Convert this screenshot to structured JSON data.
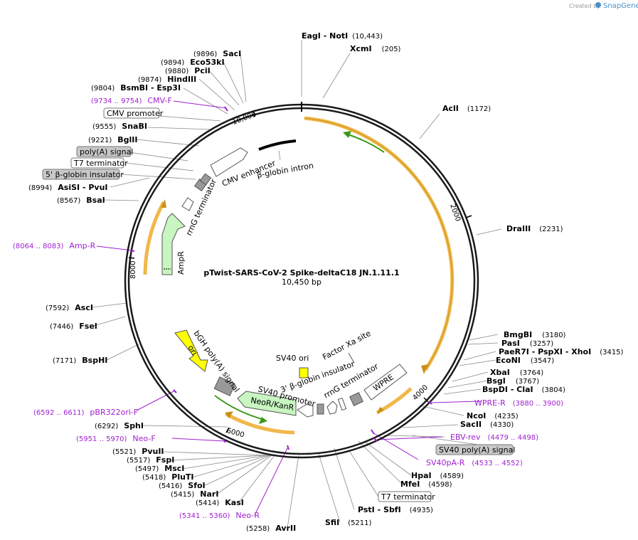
{
  "credit": {
    "prefix": "Created by",
    "brand": "SnapGene"
  },
  "plasmid": {
    "name": "pTwist-SARS-CoV-2 Spike-deltaC18 JN.1.11.1",
    "length": "10,450 bp"
  },
  "ticks": [
    "2000",
    "4000",
    "6000",
    "8000",
    "10,000"
  ],
  "enzymes": [
    {
      "name": "EagI",
      "name2": "NotI",
      "pos": "(10,443)"
    },
    {
      "name": "XcmI",
      "pos": "(205)"
    },
    {
      "name": "AclI",
      "pos": "(1172)"
    },
    {
      "name": "DraIII",
      "pos": "(2231)"
    },
    {
      "name": "BmgBI",
      "pos": "(3180)"
    },
    {
      "name": "PasI",
      "pos": "(3257)"
    },
    {
      "name": "PaeR7I",
      "name2": "PspXI",
      "name3": "XhoI",
      "pos": "(3415)"
    },
    {
      "name": "EcoNI",
      "pos": "(3547)"
    },
    {
      "name": "XbaI",
      "pos": "(3764)"
    },
    {
      "name": "BsgI",
      "pos": "(3767)"
    },
    {
      "name": "BspDI",
      "name2": "ClaI",
      "pos": "(3804)"
    },
    {
      "name": "NcoI",
      "pos": "(4235)"
    },
    {
      "name": "SacII",
      "pos": "(4330)"
    },
    {
      "name": "HpaI",
      "pos": "(4589)"
    },
    {
      "name": "MfeI",
      "pos": "(4598)"
    },
    {
      "name": "PstI",
      "name2": "SbfI",
      "pos": "(4935)"
    },
    {
      "name": "SfiI",
      "pos": "(5211)"
    },
    {
      "name": "AvrII",
      "pos": "(5258)"
    },
    {
      "name": "KasI",
      "pos": "(5414)"
    },
    {
      "name": "NarI",
      "pos": "(5415)"
    },
    {
      "name": "SfoI",
      "pos": "(5416)"
    },
    {
      "name": "PluTI",
      "pos": "(5418)"
    },
    {
      "name": "MscI",
      "pos": "(5497)"
    },
    {
      "name": "FspI",
      "pos": "(5517)"
    },
    {
      "name": "PvuII",
      "pos": "(5521)"
    },
    {
      "name": "SphI",
      "pos": "(6292)"
    },
    {
      "name": "BspHI",
      "pos": "(7171)"
    },
    {
      "name": "FseI",
      "pos": "(7446)"
    },
    {
      "name": "AscI",
      "pos": "(7592)"
    },
    {
      "name": "BsaI",
      "pos": "(8567)"
    },
    {
      "name": "AsiSI",
      "name2": "PvuI",
      "pos": "(8994)"
    },
    {
      "name": "BglII",
      "pos": "(9221)"
    },
    {
      "name": "SnaBI",
      "pos": "(9555)"
    },
    {
      "name": "BsmBI",
      "name2": "Esp3I",
      "pos": "(9804)"
    },
    {
      "name": "HindIII",
      "pos": "(9874)"
    },
    {
      "name": "PciI",
      "pos": "(9880)"
    },
    {
      "name": "Eco53kI",
      "pos": "(9894)"
    },
    {
      "name": "SacI",
      "pos": "(9896)"
    }
  ],
  "primers": [
    {
      "range": "(9734 .. 9754)",
      "name": "CMV-F"
    },
    {
      "range": "(8064 .. 8083)",
      "name": "Amp-R"
    },
    {
      "range": "(6592 .. 6611)",
      "name": "pBR322ori-F"
    },
    {
      "range": "(5951 .. 5970)",
      "name": "Neo-F"
    },
    {
      "range": "(5341 .. 5360)",
      "name": "Neo-R"
    },
    {
      "range": "(4533 .. 4552)",
      "name": "SV40pA-R"
    },
    {
      "range": "(4479 .. 4498)",
      "name": "EBV-rev"
    },
    {
      "range": "(3880 .. 3900)",
      "name": "WPRE-R"
    }
  ],
  "boxed_labels": [
    {
      "text": "CMV promoter",
      "style": "white"
    },
    {
      "text": "poly(A) signal",
      "style": "gray"
    },
    {
      "text": "T7 terminator",
      "style": "white"
    },
    {
      "text": "5' β-globin insulator",
      "style": "gray"
    },
    {
      "text": "SV40 poly(A) signal",
      "style": "gray"
    },
    {
      "text": "T7 terminator",
      "style": "white"
    }
  ],
  "features": {
    "cmv_enhancer": "CMV enhancer",
    "beta_globin_intron": "β-globin intron",
    "rrng_terminator_top": "rrnG terminator",
    "ampr": "AmpR",
    "bgh": "bGH poly(A) signal",
    "ori": "ori",
    "sv40_ori": "SV40 ori",
    "factor_xa": "Factor Xa site",
    "sv40_promoter": "SV40 promoter",
    "neo": "NeoR/KanR",
    "insulator3": "3' β-globin insulator",
    "rrng_terminator_bottom": "rrnG terminator",
    "wpre": "WPRE"
  },
  "colors": {
    "backbone": "#1a1a1a",
    "orf": "#f0b84a",
    "primer": "#a020d0",
    "ampr_fill": "#c8f5c0",
    "ori_fill": "#ffff00",
    "terminator_fill": "#999999",
    "green_arrow": "#3a9a1a"
  }
}
